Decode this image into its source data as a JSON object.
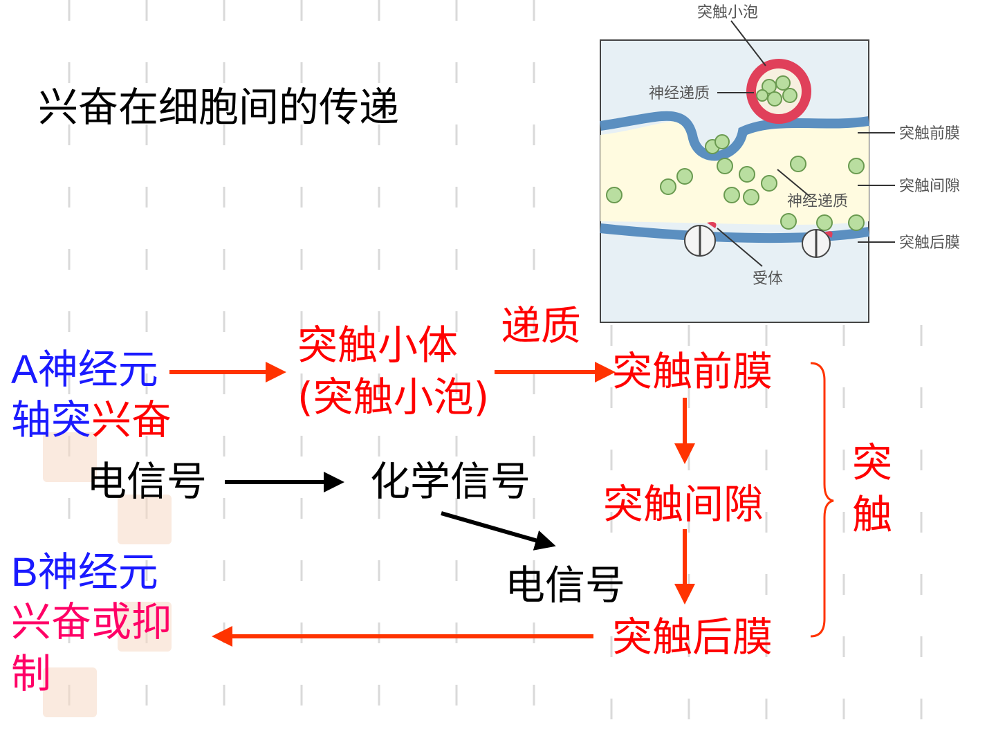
{
  "title": "兴奋在细胞间的传递",
  "figure": {
    "top_label": "突触小泡",
    "vesicle_label": "神经递质",
    "cleft_label": "神经递质",
    "receptor_label": "受体",
    "right_labels": [
      "突触前膜",
      "突触间隙",
      "突触后膜"
    ]
  },
  "flow": {
    "a_letter": "A",
    "a_line1_rest": "神经元",
    "a_line2_blue": "轴突",
    "a_line2_red": "兴奋",
    "vesicle_line1": "突触小体",
    "vesicle_line2": "(突触小泡)",
    "transmitter": "递质",
    "pre": "突触前膜",
    "cleft": "突触间隙",
    "post": "突触后膜",
    "synapse_1": "突",
    "synapse_2": "触",
    "signal_electric": "电信号",
    "signal_chemical": "化学信号",
    "signal_electric2": "电信号",
    "b_letter": "B",
    "b_line1_rest": "神经元",
    "b_line2_red": "兴奋",
    "b_line2_mag": "或抑",
    "b_line3": "制"
  },
  "colors": {
    "blue": "#1a1aff",
    "red": "#ff0000",
    "arrow_red": "#ff3300",
    "magenta": "#ff0066",
    "black": "#000000"
  }
}
